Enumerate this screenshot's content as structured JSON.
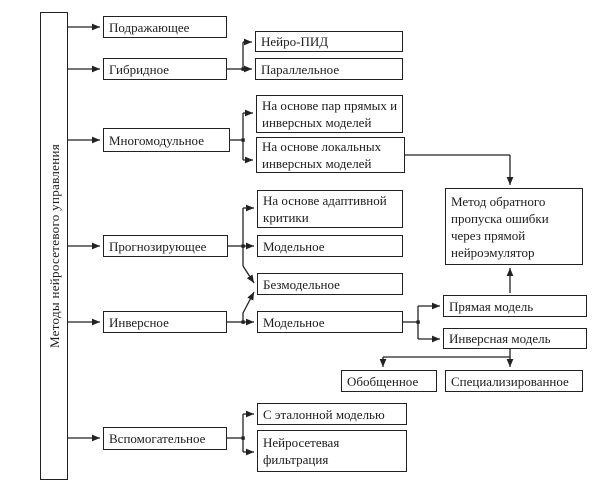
{
  "diagram": {
    "root": "Методы нейросетевого управления",
    "level2": {
      "imitating": "Подражающее",
      "hybrid": "Гибридное",
      "multimodule": "Многомодульное",
      "predictive": "Прогнозирующее",
      "inverse": "Инверсное",
      "auxiliary": "Вспомогательное"
    },
    "level3": {
      "neuro_pid": "Нейро-ПИД",
      "parallel": "Параллельное",
      "pairs_models": "На основе пар прямых и инверсных моделей",
      "local_inverse": "На основе локальных инверсных моделей",
      "adaptive_critic": "На основе адаптивной критики",
      "model_predictive": "Модельное",
      "model_free": "Безмодельное",
      "model_inverse": "Модельное",
      "reference_model": "С эталонной моделью",
      "neural_filtering": "Нейросетевая фильтрация"
    },
    "right": {
      "backprop_method": "Метод обратного пропуска ошибки через прямой нейроэмулятор",
      "direct_model": "Прямая модель",
      "inverse_model": "Инверсная модель",
      "generalized": "Обобщенное",
      "specialized": "Специализированное"
    },
    "edges": [
      {
        "from": "root",
        "to": "imitating"
      },
      {
        "from": "root",
        "to": "hybrid"
      },
      {
        "from": "root",
        "to": "multimodule"
      },
      {
        "from": "root",
        "to": "predictive"
      },
      {
        "from": "root",
        "to": "inverse"
      },
      {
        "from": "root",
        "to": "auxiliary"
      },
      {
        "from": "hybrid",
        "to": "neuro_pid"
      },
      {
        "from": "hybrid",
        "to": "parallel"
      },
      {
        "from": "multimodule",
        "to": "pairs_models"
      },
      {
        "from": "multimodule",
        "to": "local_inverse"
      },
      {
        "from": "predictive",
        "to": "adaptive_critic"
      },
      {
        "from": "predictive",
        "to": "model_predictive"
      },
      {
        "from": "predictive",
        "to": "model_free"
      },
      {
        "from": "inverse",
        "to": "model_free"
      },
      {
        "from": "inverse",
        "to": "model_inverse"
      },
      {
        "from": "local_inverse",
        "to": "backprop_method"
      },
      {
        "from": "direct_model",
        "to": "backprop_method"
      },
      {
        "from": "model_inverse",
        "to": "direct_model"
      },
      {
        "from": "model_inverse",
        "to": "inverse_model"
      },
      {
        "from": "inverse_model",
        "to": "generalized"
      },
      {
        "from": "inverse_model",
        "to": "specialized"
      },
      {
        "from": "auxiliary",
        "to": "reference_model"
      },
      {
        "from": "auxiliary",
        "to": "neural_filtering"
      }
    ]
  },
  "colors": {
    "line": "#222222",
    "box_border": "#222222",
    "text": "#1d1d1d",
    "background": "#ffffff"
  }
}
